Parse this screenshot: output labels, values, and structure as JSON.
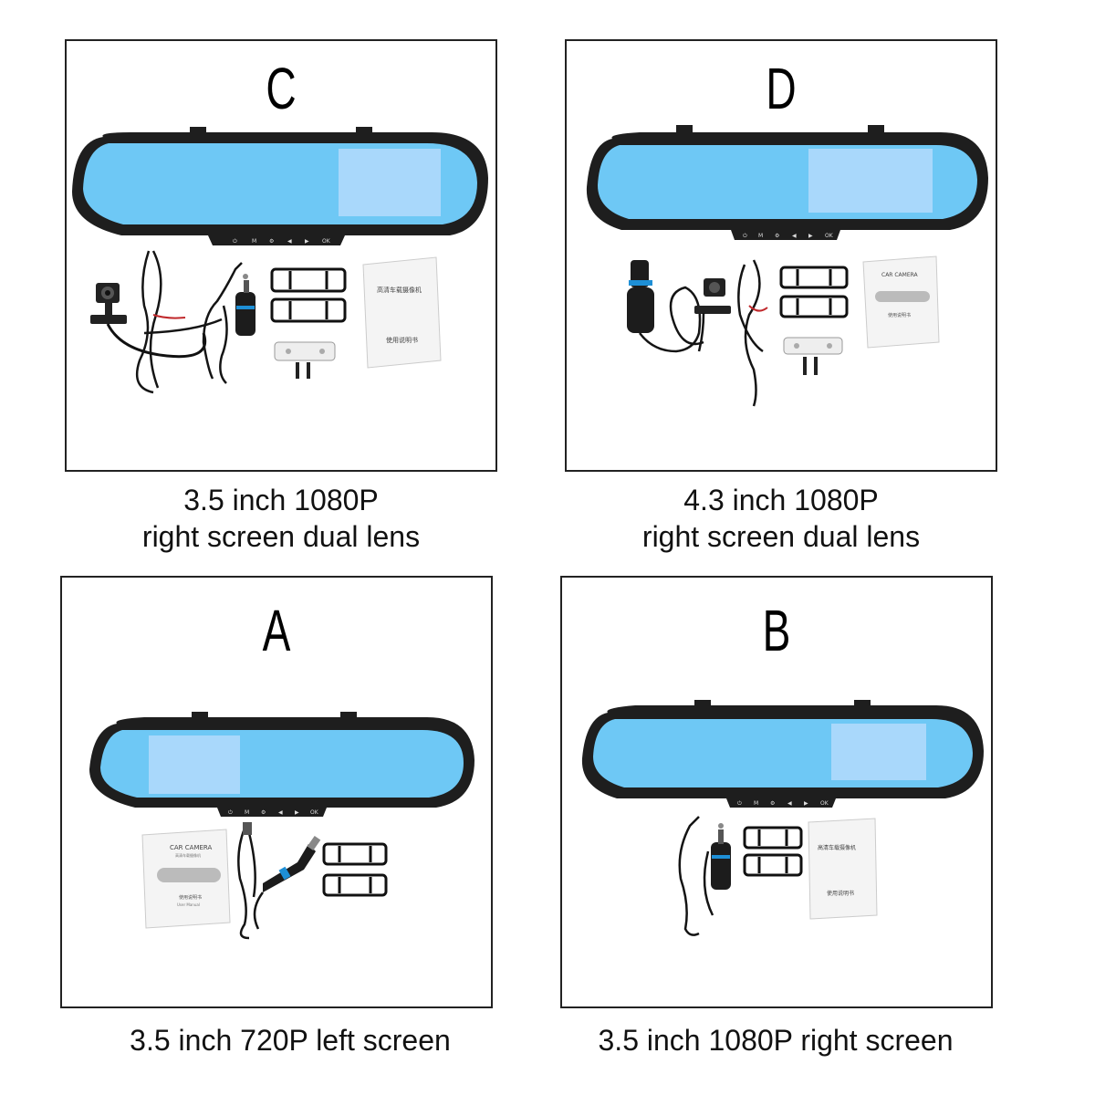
{
  "panels": [
    {
      "letter": "C",
      "caption_line1": "3.5 inch 1080P",
      "caption_line2": "right screen dual lens",
      "screen_position": "right",
      "manual_style": "chinese"
    },
    {
      "letter": "D",
      "caption_line1": "4.3 inch 1080P",
      "caption_line2": "right screen dual lens",
      "screen_position": "right",
      "manual_style": "english"
    },
    {
      "letter": "A",
      "caption_line1": "3.5 inch 720P left screen",
      "caption_line2": "",
      "screen_position": "left",
      "manual_style": "english"
    },
    {
      "letter": "B",
      "caption_line1": "3.5 inch 1080P right screen",
      "caption_line2": "",
      "screen_position": "right",
      "manual_style": "chinese"
    }
  ],
  "mirror": {
    "buttons": [
      "⏻",
      "M",
      "⚙",
      "◀",
      "▶",
      "OK"
    ]
  },
  "manual_chinese": {
    "title": "高清车载摄像机",
    "subtitle": "使用说明书"
  },
  "manual_english": {
    "title": "CAR CAMERA",
    "subtitle": "高清车载摄像机",
    "line1": "使用说明书",
    "line2": "User Manual"
  },
  "colors": {
    "mirror_glass": "#6ec8f5",
    "mirror_frame": "#1e1e1e",
    "screen_overlay": "#a9d8fb",
    "accent_blue": "#1e8fd6"
  }
}
